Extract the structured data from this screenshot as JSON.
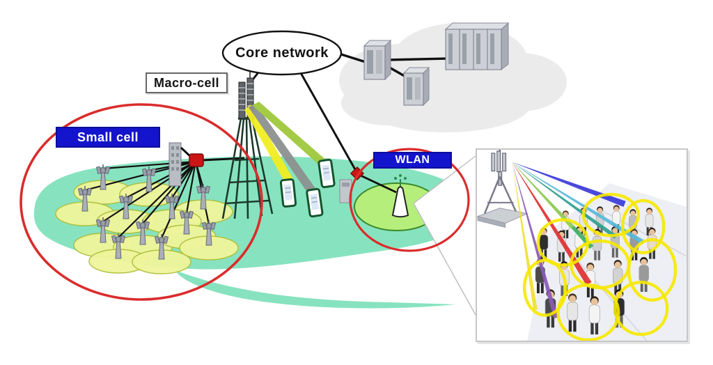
{
  "labels": {
    "core_network": "Core network",
    "macro_cell": "Macro-cell",
    "small_cell": "Small cell",
    "wlan": "WLAN"
  },
  "colors": {
    "label_blue_bg": "#1414cc",
    "label_text": "#ffffff",
    "highlight_red": "#da2c2c",
    "ground_teal": "#87e3bf",
    "small_cell_yellow": "#eff59b",
    "small_cell_yellow_edge": "#aebf3c",
    "wlan_cell_green": "#b6ee7c",
    "wlan_cell_edge": "#3a8a28",
    "beam_yellow": "#f2ee22",
    "beam_gray": "#8d9190",
    "beam_green": "#9fc93c",
    "connection_black": "#111111",
    "user_group_circle": "#f6e800"
  },
  "network": {
    "core": {
      "server_count": 6
    },
    "macro_cell": {
      "phone_count": 3,
      "beam_colors": [
        "#f2ee22",
        "#8d9190",
        "#9fc93c"
      ]
    },
    "small_cell": {
      "antenna_count": 12,
      "hub_color": "#cc1515"
    },
    "wlan": {
      "access_point_count": 1,
      "hub_color": "#cc1515"
    }
  },
  "inset": {
    "beam_colors": [
      "#3a3ad8",
      "#58b8d8",
      "#2fa08e",
      "#3faf62",
      "#9ccf5a",
      "#e03030",
      "#8a5ab8",
      "#f0e030"
    ],
    "people_count": 22,
    "group_circle_count": 8,
    "group_circle_color": "#f6e800",
    "people_shirt_palette": [
      "#f4f4f4",
      "#e6e6e6",
      "#d2d2d2",
      "#bdbdbd",
      "#9a9a9a",
      "#4a4a4a",
      "#2e2e2e",
      "#e7dcc8"
    ]
  }
}
